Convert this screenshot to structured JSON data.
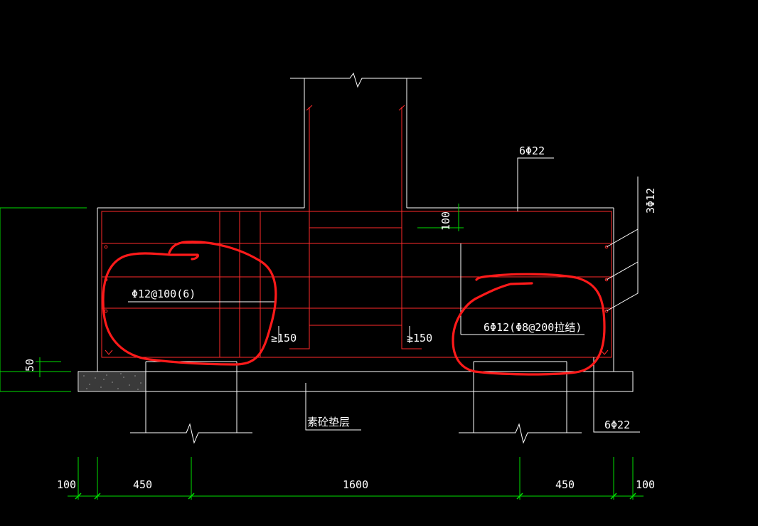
{
  "labels": {
    "top_rebar": "6Φ22",
    "side_rebar": "3Φ12",
    "top_cover": "100",
    "stirrup": "Φ12@100(6)",
    "waist_rebar": "6Φ12(Φ8@200拉结)",
    "anchor_left": "≥150",
    "anchor_right": "≥150",
    "cushion": "素砼垫层",
    "bottom_rebar": "6Φ22",
    "cushion_height": "50"
  },
  "dims_bottom": [
    "100",
    "450",
    "1600",
    "450",
    "100"
  ],
  "colors": {
    "outline": "#ffffff",
    "rebar": "#ff2a2a",
    "dimension": "#00e000",
    "markup": "#ff1a1a",
    "background": "#000000"
  }
}
